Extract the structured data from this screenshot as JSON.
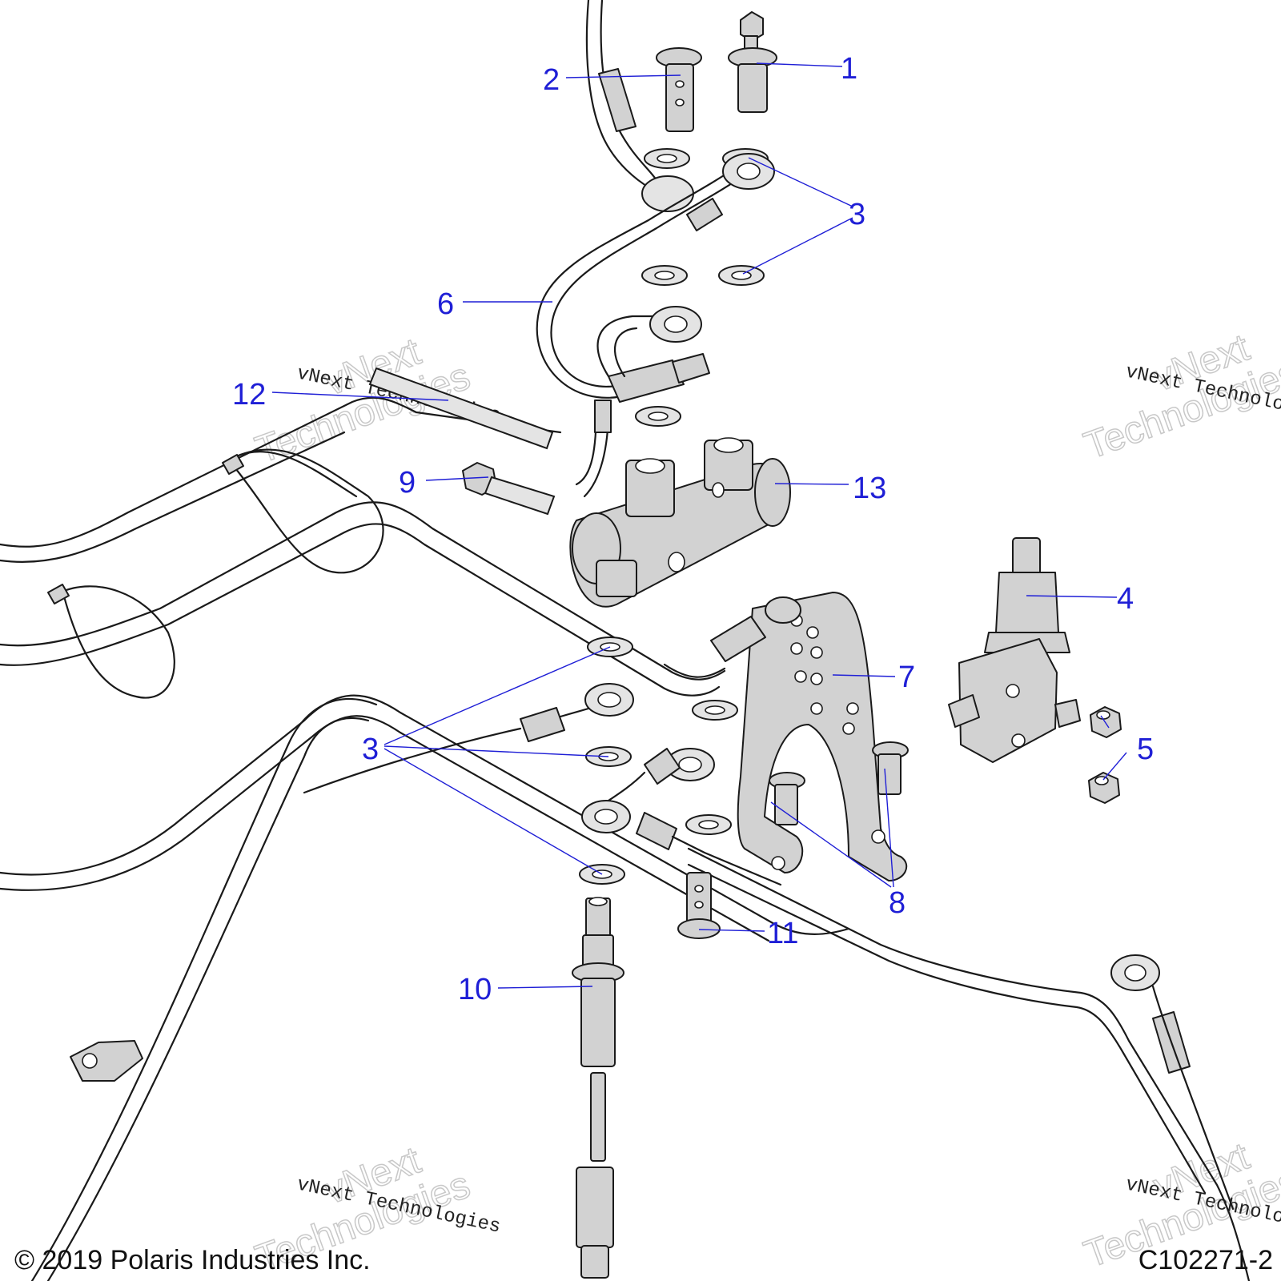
{
  "colors": {
    "callout": "#1f1fd6",
    "line": "#1a1a1a",
    "part_fill": "#d2d2d2"
  },
  "callouts": [
    "1",
    "2",
    "3",
    "3",
    "4",
    "5",
    "6",
    "7",
    "8",
    "9",
    "10",
    "11",
    "12",
    "13"
  ],
  "watermark": {
    "line1": "vNext",
    "line2": "Technologies",
    "caption": "vNext Technologies"
  },
  "footer": {
    "copyright": "© 2019 Polaris Industries Inc.",
    "figure_id": "C102271-2"
  }
}
